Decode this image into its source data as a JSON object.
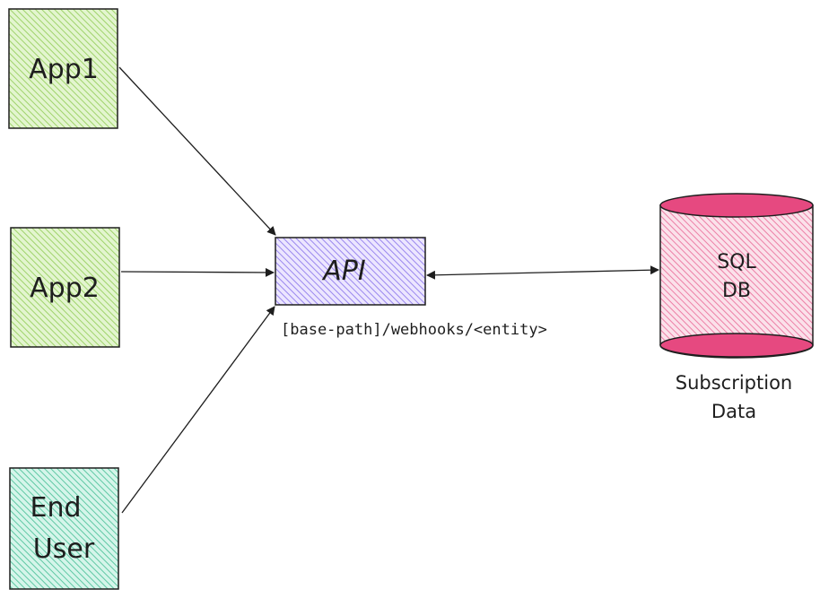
{
  "nodes": {
    "app1": {
      "label": "App1",
      "fill": "#b2f2bb",
      "hatch": "#a5d96a"
    },
    "app2": {
      "label": "App2",
      "fill": "#b2f2bb",
      "hatch": "#a5d96a"
    },
    "end_user": {
      "label_line1": "End",
      "label_line2": "User",
      "fill": "#96f2d7",
      "hatch": "#63c9a7"
    },
    "api": {
      "label": "API",
      "fill": "#d0bfff",
      "hatch": "#8c7ae6"
    },
    "db": {
      "label_line1": "SQL",
      "label_line2": "DB",
      "fill": "#f783ac",
      "cap": "#e64980",
      "hatch": "#e05d8c"
    }
  },
  "labels": {
    "endpoint": "[base-path]/webhooks/<entity>",
    "db_caption_line1": "Subscription",
    "db_caption_line2": "Data"
  },
  "edges": [
    {
      "from": "app1",
      "to": "api",
      "direction": "forward"
    },
    {
      "from": "app2",
      "to": "api",
      "direction": "forward"
    },
    {
      "from": "end_user",
      "to": "api",
      "direction": "forward"
    },
    {
      "from": "api",
      "to": "db",
      "direction": "both"
    }
  ]
}
